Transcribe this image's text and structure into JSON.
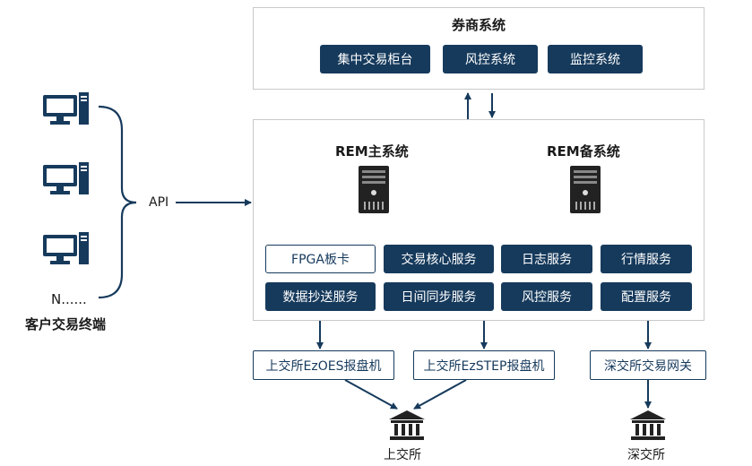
{
  "broker": {
    "title": "券商系统",
    "buttons": [
      "集中交易柜台",
      "风控系统",
      "监控系统"
    ]
  },
  "rem": {
    "main_label": "REM主系统",
    "backup_label": "REM备系统",
    "services": [
      "FPGA板卡",
      "交易核心服务",
      "日志服务",
      "行情服务",
      "数据抄送服务",
      "日间同步服务",
      "风控服务",
      "配置服务"
    ]
  },
  "client": {
    "more": "N......",
    "label": "客户交易终端",
    "api": "API"
  },
  "gateways": [
    "上交所EzOES报盘机",
    "上交所EzSTEP报盘机",
    "深交所交易网关"
  ],
  "exchanges": [
    "上交所",
    "深交所"
  ],
  "colors": {
    "navy": "#163a5c",
    "sync_arrow": "#f0b323",
    "border": "#c9c9c9"
  }
}
